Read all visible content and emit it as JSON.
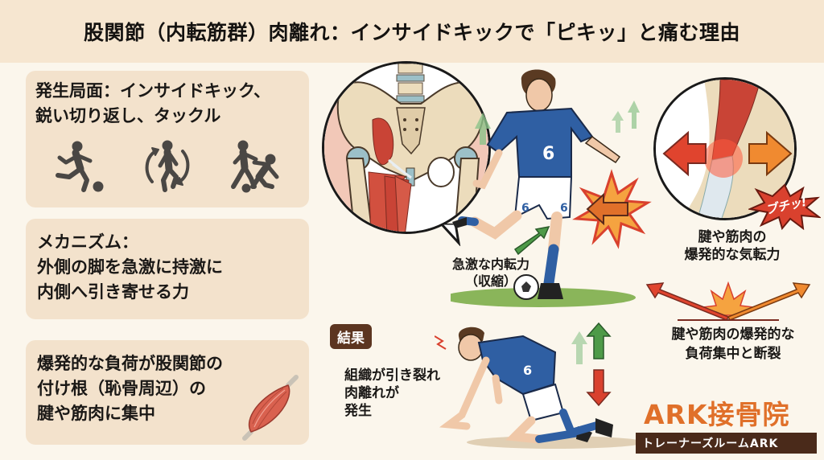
{
  "header": {
    "title": "股関節（内転筋群）肉離れ：インサイドキックで「ピキッ」と痛む理由"
  },
  "panels": {
    "occurrence": {
      "line1": "発生局面：インサイドキック、",
      "line2": "鋭い切り返し、タックル",
      "icons": [
        "kicking-player-icon",
        "cutting-turn-player-icon",
        "tackle-players-icon"
      ]
    },
    "mechanism": {
      "line1": "メカニズム：",
      "line2": "外側の脚を急激に持激に",
      "line3": "内側へ引き寄せる力"
    },
    "load": {
      "line1": "爆発的な負荷が股関節の",
      "line2": "付け根（恥骨周辺）の",
      "line3": "腱や筋肉に集中",
      "icon": "muscle-icon"
    }
  },
  "illustration": {
    "jersey_number": "6",
    "adduction_label": {
      "line1": "急激な内転力",
      "line2": "（収縮）"
    },
    "tendon_label": {
      "line1": "腱や筋肉の",
      "line2": "爆発的な気転力"
    },
    "burst_text": "ブチッ!",
    "rupture_label": {
      "line1": "腱や筋肉の爆発的な",
      "line2": "負荷集中と断裂"
    },
    "result": {
      "badge": "結果",
      "line1": "組織が引き裂れ",
      "line2": "肉離れが",
      "line3": "発生"
    }
  },
  "brand": {
    "name": "ARK接骨院",
    "sub": "トレーナーズルームARK"
  },
  "colors": {
    "background": "#fbf6ec",
    "header_bg": "#f6e6d0",
    "panel_bg": "#f3e2cc",
    "brand_orange": "#e0702a",
    "brand_dark": "#4a2a1a",
    "jersey_blue": "#2f5fa3",
    "arrow_green": "#4e9a48",
    "arrow_red": "#d9412e",
    "muscle_red": "#c84a3c"
  }
}
